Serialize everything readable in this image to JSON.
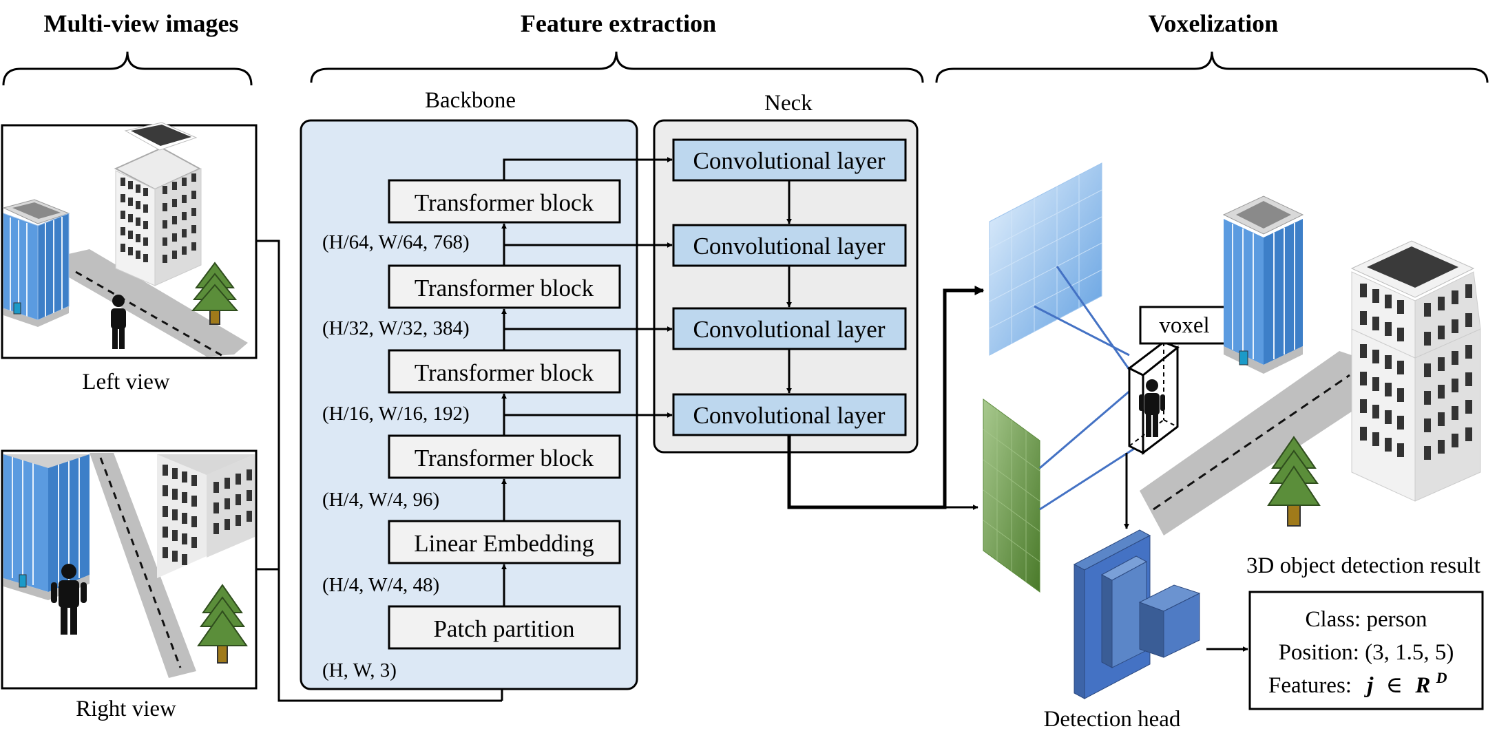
{
  "sections": {
    "multiview": "Multi-view images",
    "feature": "Feature extraction",
    "voxel": "Voxelization"
  },
  "views": {
    "left": "Left view",
    "right": "Right view"
  },
  "backbone": {
    "title": "Backbone",
    "blocks": [
      "Transformer block",
      "Transformer block",
      "Transformer block",
      "Transformer block",
      "Linear Embedding",
      "Patch partition"
    ],
    "dims": [
      "(H/64, W/64, 768)",
      "(H/32, W/32, 384)",
      "(H/16, W/16, 192)",
      "(H/4, W/4, 96)",
      "(H/4, W/4, 48)",
      "(H, W, 3)"
    ]
  },
  "neck": {
    "title": "Neck",
    "layers": [
      "Convolutional layer",
      "Convolutional layer",
      "Convolutional layer",
      "Convolutional layer"
    ]
  },
  "voxelization": {
    "voxel_label": "voxel",
    "head_label": "Detection head",
    "result_title": "3D object detection result",
    "result": {
      "class_line": "Class:  person",
      "position_line": "Position: (3, 1.5, 5)",
      "features_prefix": "Features:",
      "features_var": "j",
      "features_in": "∈",
      "features_space": "R",
      "features_sup": "D"
    }
  },
  "colors": {
    "backbone_bg": "#dce8f5",
    "neck_bg": "#ececec",
    "conv_fill": "#bdd7ee",
    "block_fill": "#f2f2f2",
    "building_blue": "#4a8fd4",
    "tree_green": "#5b8e3a",
    "trunk": "#a07a1a",
    "road_gray": "#bfbfbf",
    "feature_map_blue": "#7fb4ea",
    "feature_map_green": "#6d9a48",
    "head_blue": "#4472c4",
    "line_blue": "#4472c4"
  },
  "icons": [
    "building-icon",
    "tree-icon",
    "person-icon",
    "road-icon",
    "feature-map-icon",
    "detection-head-icon"
  ]
}
